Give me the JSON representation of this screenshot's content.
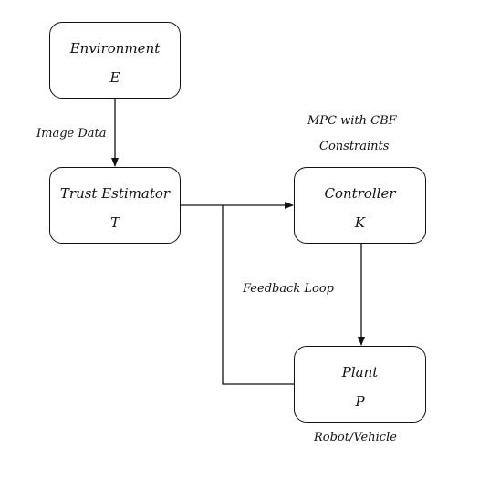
{
  "nodes": {
    "environment": {
      "title": "Environment",
      "symbol": "E"
    },
    "trust_estimator": {
      "title": "Trust Estimator",
      "symbol": "T"
    },
    "controller": {
      "title": "Controller",
      "symbol": "K"
    },
    "plant": {
      "title": "Plant",
      "symbol": "P"
    }
  },
  "labels": {
    "image_data": "Image Data",
    "mpc_line1": "MPC with CBF",
    "mpc_line2": "Constraints",
    "feedback_loop": "Feedback Loop",
    "robot_vehicle": "Robot/Vehicle"
  },
  "colors": {
    "stroke": "#111111",
    "background": "#ffffff"
  }
}
